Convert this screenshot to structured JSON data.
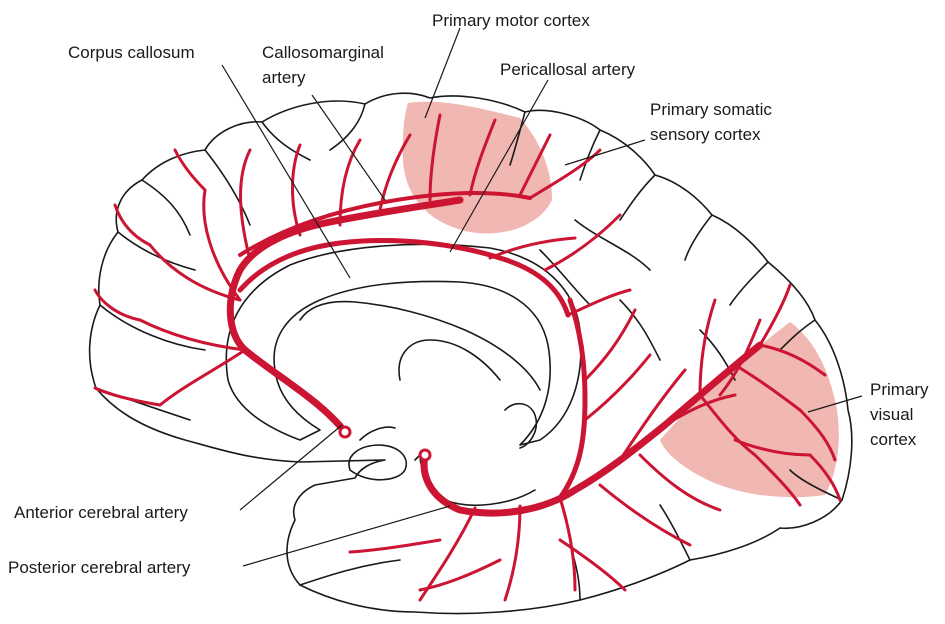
{
  "colors": {
    "artery": "#cc1433",
    "cortex_region": "#eeaaa5",
    "outline": "#1a1a1a",
    "background": "#ffffff"
  },
  "labels": {
    "primary_motor_cortex": "Primary motor cortex",
    "corpus_callosum": "Corpus callosum",
    "callosomarginal_artery_line1": "Callosomarginal",
    "callosomarginal_artery_line2": "artery",
    "pericallosal_artery": "Pericallosal artery",
    "primary_somatic_line1": "Primary somatic",
    "primary_somatic_line2": "sensory cortex",
    "primary_visual_line1": "Primary",
    "primary_visual_line2": "visual",
    "primary_visual_line3": "cortex",
    "anterior_cerebral_artery": "Anterior cerebral artery",
    "posterior_cerebral_artery": "Posterior cerebral artery"
  }
}
